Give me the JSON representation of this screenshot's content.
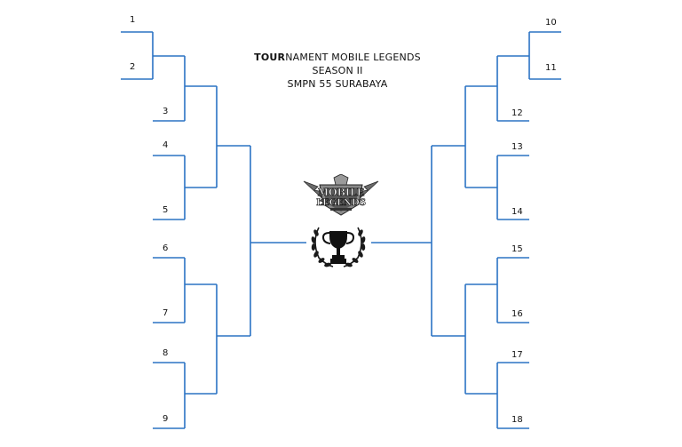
{
  "title": {
    "line1_bold": "TOUR",
    "line1_rest": "NAMENT MOBILE LEGENDS",
    "line2": "SEASON II",
    "line3": "SMPN 55 SURABAYA"
  },
  "seeds": {
    "left": [
      "1",
      "2",
      "3",
      "4",
      "5",
      "6",
      "7",
      "8",
      "9"
    ],
    "right": [
      "10",
      "11",
      "12",
      "13",
      "14",
      "15",
      "16",
      "17",
      "18"
    ]
  },
  "logo_text": [
    "MOBILE",
    "LEGENDS"
  ],
  "colors": {
    "line": "#2b73c4",
    "text": "#111111"
  },
  "icons": {
    "logo": "mobile-legends-logo",
    "trophy": "trophy-laurel-icon"
  }
}
